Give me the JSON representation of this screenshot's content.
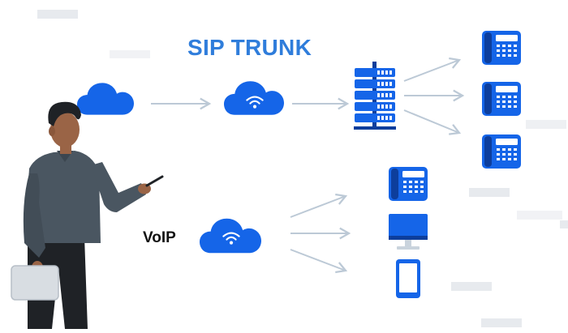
{
  "labels": {
    "sip_trunk": "SIP TRUNK",
    "voip": "VoIP"
  },
  "colors": {
    "primary_blue": "#1565e8",
    "dark_blue": "#0d3e9c",
    "arrow_gray": "#bcc9d6",
    "title_blue": "#2f7ddb",
    "voip_text": "#111111",
    "bg_decor": "#e7eaee"
  },
  "icons": {
    "cloud_left": "cloud-icon",
    "cloud_wifi": "cloud-wifi-icon",
    "server": "server-rack-icon",
    "desk_phone": "desk-phone-icon",
    "monitor": "monitor-icon",
    "smartphone": "smartphone-icon",
    "person": "person-presenter-illustration"
  }
}
